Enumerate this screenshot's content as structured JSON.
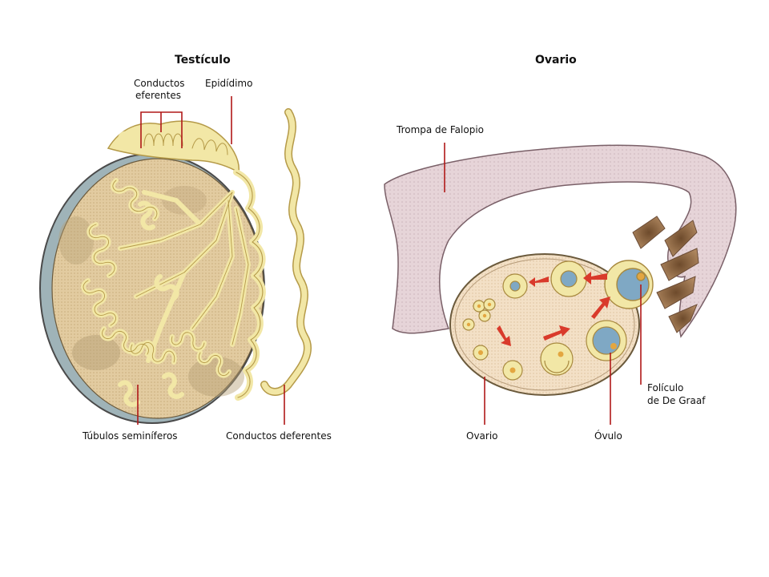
{
  "testis": {
    "title": "Testículo",
    "labels": {
      "efferent_line1": "Conductos",
      "efferent_line2": "eferentes",
      "epididymis": "Epidídimo",
      "seminiferous": "Túbulos seminíferos",
      "vas_deferens": "Conductos deferentes"
    }
  },
  "ovary": {
    "title": "Ovario",
    "labels": {
      "fallopian": "Trompa de Falopio",
      "follicle_line1": "Folículo",
      "follicle_line2": "de De Graaf",
      "ovary": "Ovario",
      "ovum": "Óvulo"
    }
  },
  "colors": {
    "tubule": "#f2e7a6",
    "tubule_outline": "#b59a48",
    "testis_body": "#ddc69a",
    "tunica": "#9fb3b8",
    "tube": "#e3d0d4",
    "ovary_body": "#f0dcc0",
    "arrow": "#d93a2b",
    "cell_blue": "#7fa8c4",
    "leader_line": "#b01818"
  }
}
